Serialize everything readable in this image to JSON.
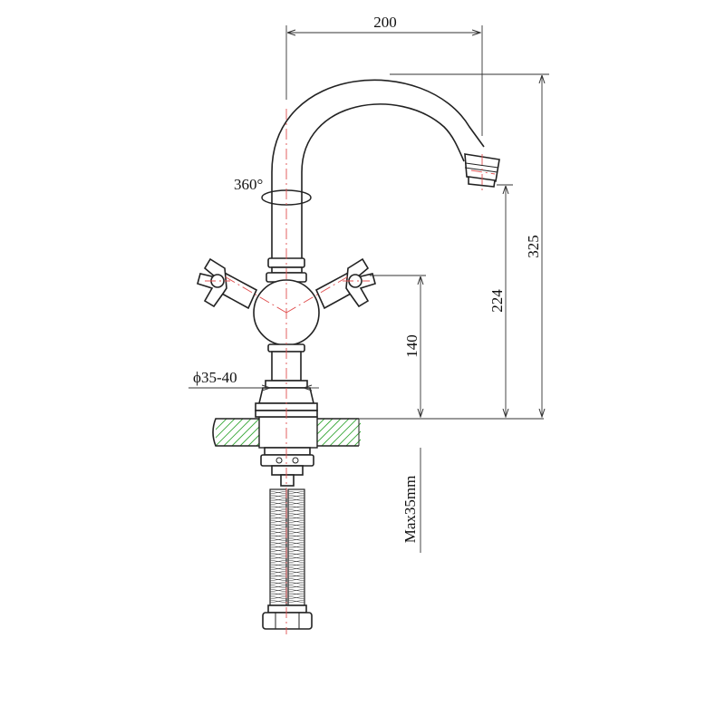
{
  "dimensions": {
    "spout_reach": "200",
    "rotation": "360°",
    "total_height": "325",
    "outlet_height": "224",
    "handle_height": "140",
    "hole_diameter": "ϕ35-40",
    "max_counter_thickness": "Max35mm"
  },
  "colors": {
    "outline": "#222222",
    "centerline": "#e05050",
    "hatch": "#3aa83a"
  }
}
